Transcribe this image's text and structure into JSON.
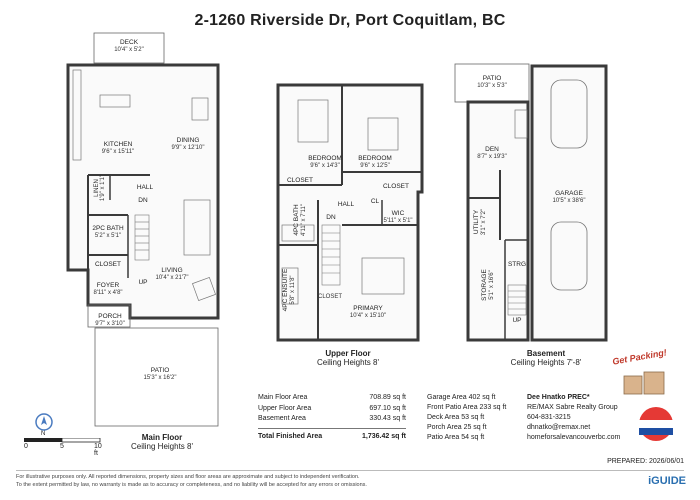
{
  "title": "2-1260 Riverside Dr, Port Coquitlam, BC",
  "floors": {
    "main": {
      "name": "Main Floor",
      "ceiling": "Ceiling Heights 8'"
    },
    "upper": {
      "name": "Upper Floor",
      "ceiling": "Ceiling Heights 8'"
    },
    "basement": {
      "name": "Basement",
      "ceiling": "Ceiling Heights 7'-8'"
    }
  },
  "rooms": {
    "deck": {
      "name": "DECK",
      "dims": "10'4\" x 5'2\""
    },
    "kitchen": {
      "name": "KITCHEN",
      "dims": "9'6\" x 15'11\""
    },
    "dining": {
      "name": "DINING",
      "dims": "9'9\" x 12'10\""
    },
    "hall_main": {
      "name": "HALL"
    },
    "linen": {
      "name": "LINEN",
      "dims": "1'9\" x 1'1\""
    },
    "dn_main": {
      "name": "DN"
    },
    "up_main": {
      "name": "UP"
    },
    "bath2": {
      "name": "2PC BATH",
      "dims": "5'2\" x 5'1\""
    },
    "closet_main": {
      "name": "CLOSET"
    },
    "foyer": {
      "name": "FOYER",
      "dims": "8'11\" x 4'8\""
    },
    "living": {
      "name": "LIVING",
      "dims": "10'4\" x 21'7\""
    },
    "porch": {
      "name": "PORCH",
      "dims": "9'7\" x 3'10\""
    },
    "patio_main": {
      "name": "PATIO",
      "dims": "15'3\" x 16'2\""
    },
    "bedroom1": {
      "name": "BEDROOM",
      "dims": "9'6\" x 14'3\""
    },
    "bedroom2": {
      "name": "BEDROOM",
      "dims": "9'6\" x 12'5\""
    },
    "closet_up1": {
      "name": "CLOSET"
    },
    "closet_up2": {
      "name": "CLOSET"
    },
    "bath4": {
      "name": "4PC BATH",
      "dims": "4'11\" x 7'11\""
    },
    "hall_up": {
      "name": "HALL"
    },
    "cl": {
      "name": "CL"
    },
    "dn_up": {
      "name": "DN"
    },
    "wic": {
      "name": "WIC",
      "dims": "5'11\" x 5'1\""
    },
    "ensuite": {
      "name": "4PC ENSUITE",
      "dims": "5'8\" x 11'8\""
    },
    "closet_up3": {
      "name": "CLOSET"
    },
    "primary": {
      "name": "PRIMARY",
      "dims": "10'4\" x 15'10\""
    },
    "patio_base": {
      "name": "PATIO",
      "dims": "10'3\" x 5'3\""
    },
    "den": {
      "name": "DEN",
      "dims": "8'7\" x 19'3\""
    },
    "utility": {
      "name": "UTILITY",
      "dims": "3'1\" x 7'2\""
    },
    "garage": {
      "name": "GARAGE",
      "dims": "10'5\" x 38'6\""
    },
    "storage": {
      "name": "STORAGE",
      "dims": "5'1\" x 16'6\""
    },
    "strg": {
      "name": "STRG"
    },
    "up_base": {
      "name": "UP"
    }
  },
  "areas": {
    "main_label": "Main Floor Area",
    "main_value": "708.89 sq ft",
    "upper_label": "Upper Floor Area",
    "upper_value": "697.10 sq ft",
    "basement_label": "Basement Area",
    "basement_value": "330.43 sq ft",
    "total_label": "Total Finished Area",
    "total_value": "1,736.42 sq ft"
  },
  "garage_areas": {
    "l1": "Garage Area 402 sq ft",
    "l2": "Front Patio Area 233 sq ft",
    "l3": "Deck Area 53 sq ft",
    "l4": "Porch Area 25 sq ft",
    "l5": "Patio Area 54 sq ft"
  },
  "agent": {
    "name": "Dee Hnatko PREC*",
    "company": "RE/MAX Sabre Realty Group",
    "phone": "604-831-3215",
    "email": "dhnatko@remax.net",
    "web": "homeforsalevancouverbc.com"
  },
  "prepared": "PREPARED: 2026/06/01",
  "disclaimer_1": "For illustrative purposes only. All reported dimensions, property sizes and floor areas are approximate and subject to independent verification.",
  "disclaimer_2": "To the extent permitted by law, no warranty is made as to accuracy or completeness, and no liability will be accepted for any errors or omissions.",
  "scale": {
    "l0": "0",
    "l5": "5",
    "l10": "10 ft"
  },
  "compass": "N",
  "brand": "iGUIDE",
  "sticker": "Get Packing!",
  "colors": {
    "wall": "#3a3a3a",
    "line": "#777777",
    "iguide": "#2a6fb0"
  }
}
